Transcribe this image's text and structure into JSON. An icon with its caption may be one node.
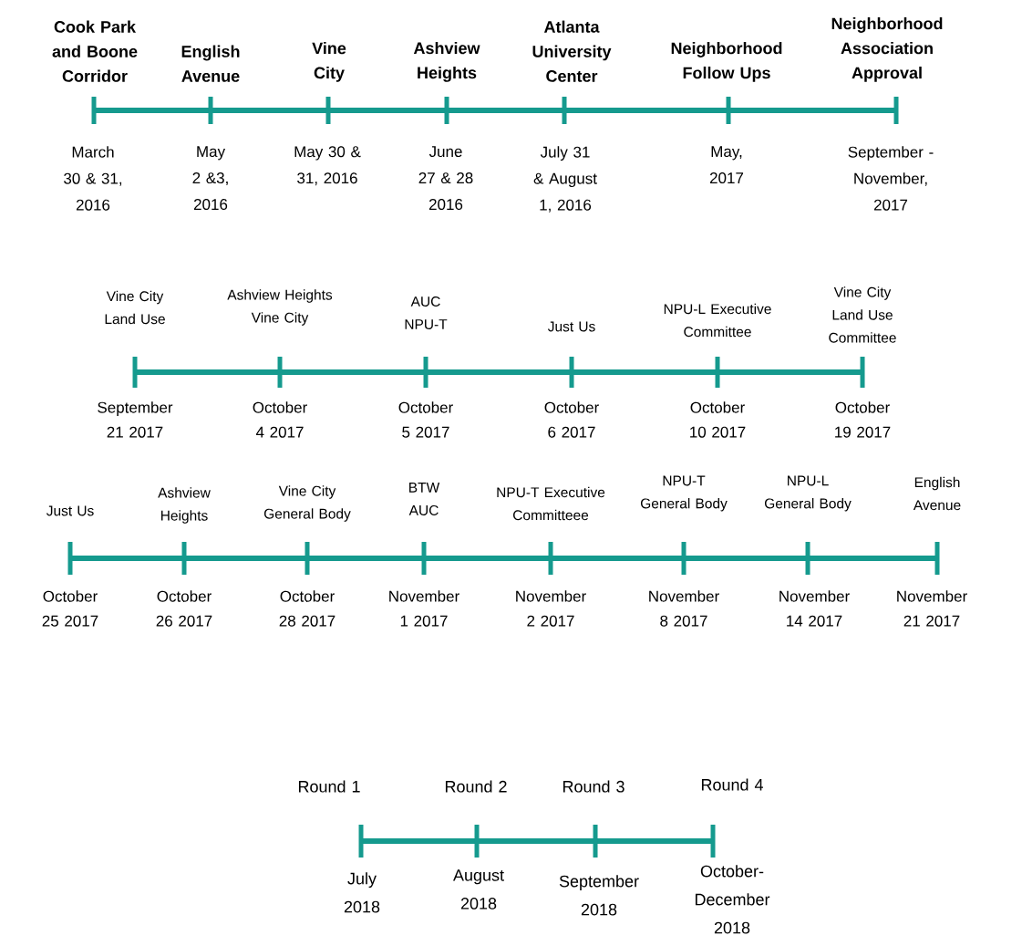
{
  "diagram": {
    "labels": [
      "Cook Park and Boone Corridor",
      "English Avenue",
      "Vine City",
      "Ashview Heights",
      "Atlanta University Center",
      "Neighborhood Follow Ups",
      "Neighborhood Association Approval",
      "March 30 & 31, 2016",
      "May 2 &3, 2016",
      "May 30 & 31, 2016",
      "June 27 & 28 2016",
      "July 31 & August 1, 2016",
      "May, 2017",
      "September - November, 2017",
      "Vine City Land Use",
      "Ashview Heights Vine City",
      "AUC NPU-T",
      "Just Us",
      "NPU-L Executive Committee",
      "Vine City Land Use Committee",
      "September 21 2017",
      "October 4 2017",
      "October 5 2017",
      "October 6 2017",
      "October 10 2017",
      "October 19 2017",
      "Just Us",
      "Ashview Heights",
      "Vine City General Body",
      "BTW AUC",
      "NPU-T Executive Committeee",
      "NPU-T General Body",
      "NPU-L General Body",
      "English Avenue",
      "October 25 2017",
      "October 26 2017",
      "October 28 2017",
      "November 1 2017",
      "November 2 2017",
      "November 8 2017",
      "November 14 2017",
      "November 21 2017",
      "Round 1",
      "Round 2",
      "Round 3",
      "Round 4",
      "July 2018",
      "August 2018",
      "September 2018",
      "October- December 2018"
    ]
  }
}
